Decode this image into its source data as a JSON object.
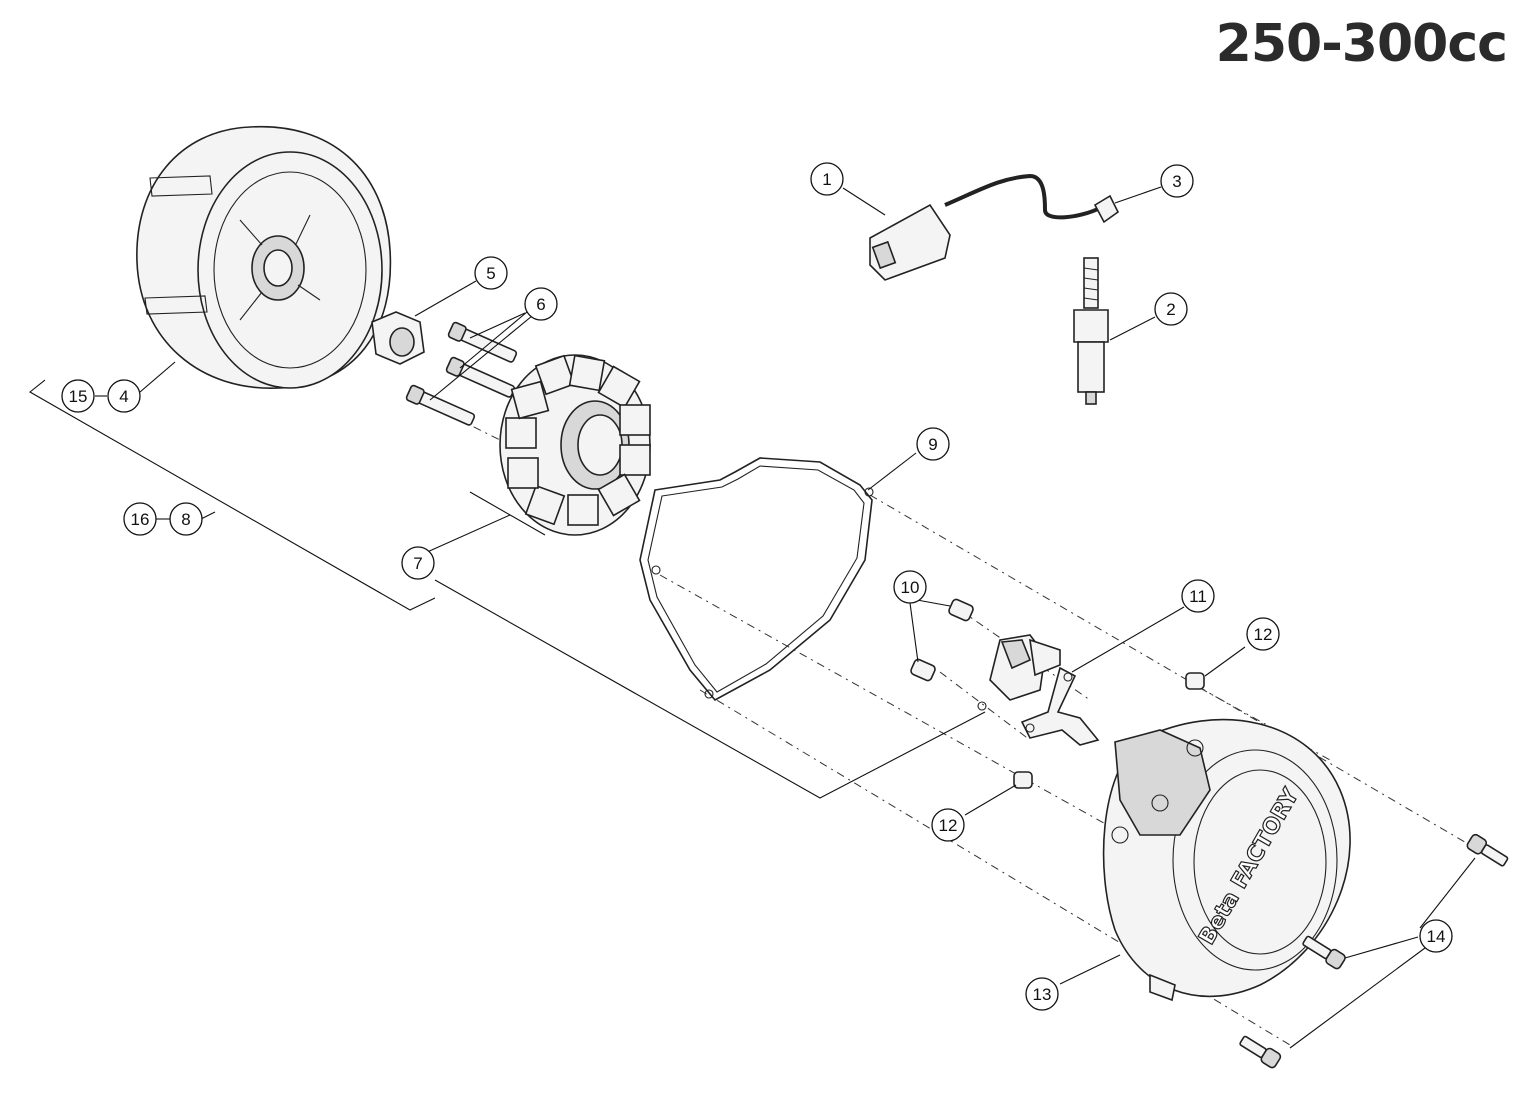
{
  "title": "250-300cc",
  "callouts": {
    "c1": "1",
    "c2": "2",
    "c3": "3",
    "c4": "4",
    "c5": "5",
    "c6": "6",
    "c7": "7",
    "c8": "8",
    "c9": "9",
    "c10": "10",
    "c11": "11",
    "c12a": "12",
    "c12b": "12",
    "c13": "13",
    "c14": "14",
    "c15": "15",
    "c16": "16"
  },
  "logo_text": "Beta FACTORY"
}
